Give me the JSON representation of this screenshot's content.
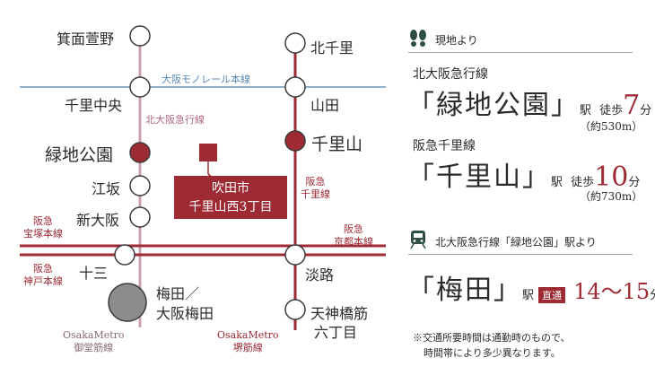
{
  "map": {
    "stations": {
      "minoh_kayano": "箕面萱野",
      "senri_chuo": "千里中央",
      "ryokuchi_koen": "緑地公園",
      "esaka": "江坂",
      "shin_osaka": "新大阪",
      "juso": "十三",
      "umeda_line1": "梅田／",
      "umeda_line2": "大阪梅田",
      "kita_senri": "北千里",
      "yamada": "山田",
      "senriyama": "千里山",
      "awaji": "淡路",
      "tenjinbashi_line1": "天神橋筋",
      "tenjinbashi_line2": "六丁目"
    },
    "lines": {
      "monorail": "大阪モノレール本線",
      "kitakyu": "北大阪急行線",
      "hankyu_senri_line1": "阪急",
      "hankyu_senri_line2": "千里線",
      "hankyu_takarazuka_line1": "阪急",
      "hankyu_takarazuka_line2": "宝塚本線",
      "hankyu_kyoto_line1": "阪急",
      "hankyu_kyoto_line2": "京都本線",
      "hankyu_kobe_line1": "阪急",
      "hankyu_kobe_line2": "神戸本線",
      "midosuji_line1": "OsakaMetro",
      "midosuji_line2": "御堂筋線",
      "sakaisuji_line1": "OsakaMetro",
      "sakaisuji_line2": "堺筋線"
    },
    "site": {
      "line1": "吹田市",
      "line2": "千里山西3丁目"
    },
    "colors": {
      "red_line": "#9e2a33",
      "pink_line": "#caa0ae",
      "blue_line": "#8fb0c8",
      "station_fill_highlight": "#9e2a33",
      "umeda_fill": "#8c8c8c"
    }
  },
  "info": {
    "walk_header": "現地より",
    "walk_icon": "footprints-icon",
    "route1_line": "北大阪急行線",
    "route1_station": "「緑地公園」",
    "route1_eki": "駅",
    "route1_walk": "徒歩",
    "route1_minutes": "7",
    "route1_unit": "分",
    "route1_distance": "（約530m）",
    "route2_line": "阪急千里線",
    "route2_station": "「千里山」",
    "route2_eki": "駅",
    "route2_walk": "徒歩",
    "route2_minutes": "10",
    "route2_unit": "分",
    "route2_distance": "（約730m）",
    "train_icon": "train-icon",
    "train_header": "北大阪急行線「緑地公園」駅より",
    "dest_station": "「梅田」",
    "dest_eki": "駅",
    "dest_badge": "直通",
    "dest_time": "14～15",
    "dest_unit": "分",
    "note_line1": "※交通所要時間は通勤時のもので、",
    "note_line2": "時間帯により多少異なります。"
  }
}
